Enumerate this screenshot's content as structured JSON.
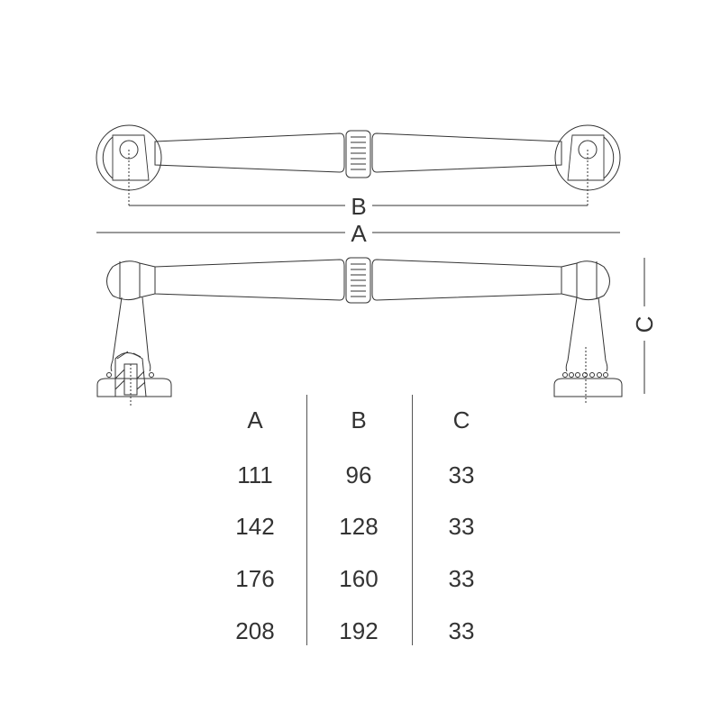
{
  "drawing": {
    "dimension_labels": {
      "a": "A",
      "b": "B",
      "c": "C"
    }
  },
  "table": {
    "headers": [
      "A",
      "B",
      "C"
    ],
    "rows": [
      [
        "111",
        "96",
        "33"
      ],
      [
        "142",
        "128",
        "33"
      ],
      [
        "176",
        "160",
        "33"
      ],
      [
        "208",
        "192",
        "33"
      ]
    ]
  }
}
